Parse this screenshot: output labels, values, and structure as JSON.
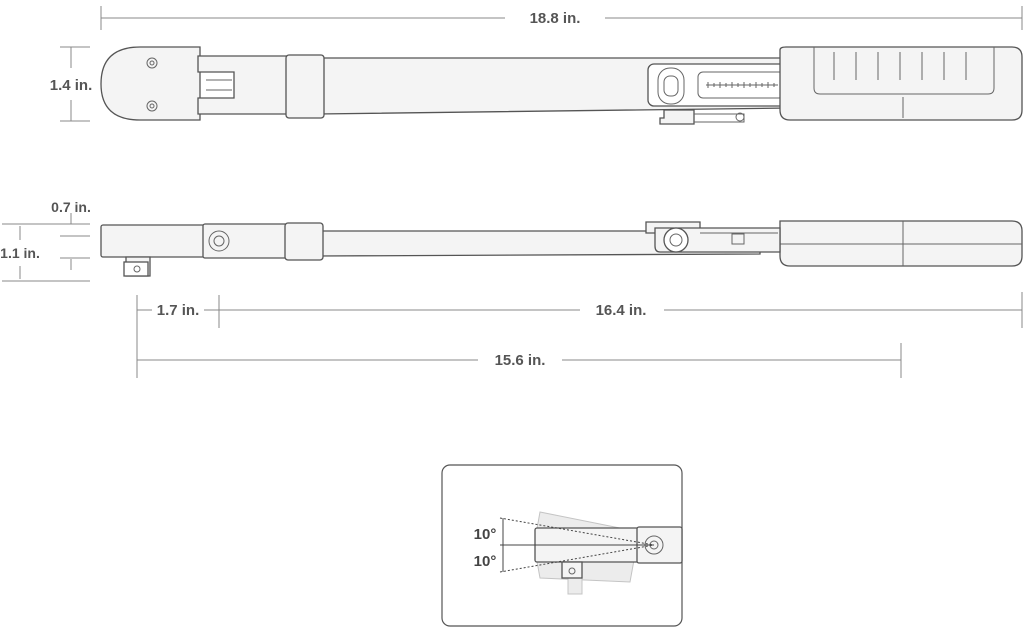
{
  "dimensions": {
    "overall_length": "18.8 in.",
    "head_width": "1.4 in.",
    "head_thickness": "0.7 in.",
    "drive_height": "1.1 in.",
    "drive_offset": "1.7 in.",
    "effective_length": "16.4 in.",
    "center_to_grip": "15.6 in."
  },
  "inset": {
    "angle_up": "10°",
    "angle_down": "10°"
  }
}
